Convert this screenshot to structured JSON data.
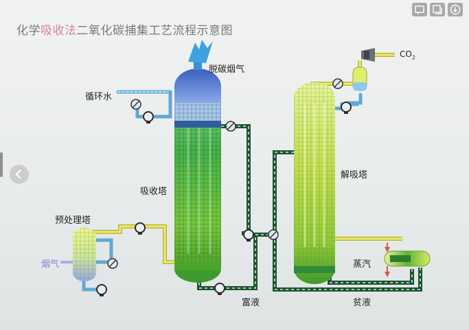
{
  "title": {
    "segments": [
      {
        "text": "化学",
        "highlight": false
      },
      {
        "text": "吸收法",
        "highlight": true
      },
      {
        "text": "二氧化碳捕集工艺流程示意图",
        "highlight": false
      }
    ]
  },
  "labels": {
    "flue_out": "脱碳烟气",
    "circulating_water": "循环水",
    "absorber": "吸收塔",
    "pretreatment": "预处理塔",
    "flue_in": "烟气",
    "rich_liquid": "富液",
    "lean_liquid": "贫液",
    "stripper": "解吸塔",
    "steam": "蒸汽",
    "co2": "CO",
    "co2_sub": "2"
  },
  "colors": {
    "accent_pink": "#d782a8",
    "gas_line": "#e8e65a",
    "water_line": "#7fc7f0",
    "liquid_line": "#1f5c37",
    "tower_green": "#6fbb2c",
    "tower_yellow": "#dcef7e",
    "tower_dome_blue": "#5b7fcf"
  },
  "icons": [
    "menu-icon",
    "copy-icon",
    "download-icon",
    "chevron-left-icon"
  ]
}
